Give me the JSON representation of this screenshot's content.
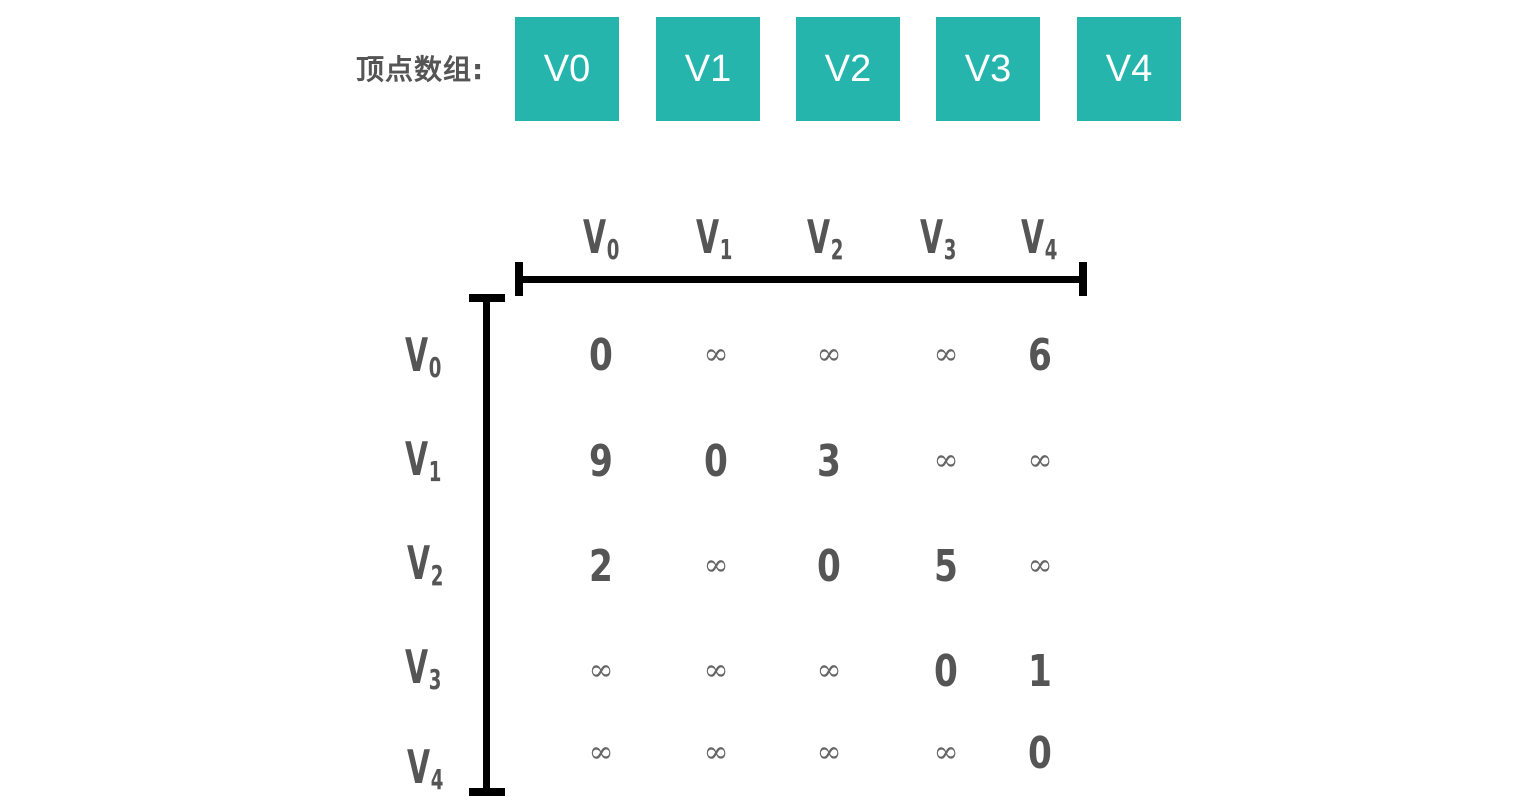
{
  "array_label": "顶点数组:",
  "vertices": [
    "V0",
    "V1",
    "V2",
    "V3",
    "V4"
  ],
  "matrix": {
    "col_headers": [
      {
        "letter": "V",
        "sub": "0"
      },
      {
        "letter": "V",
        "sub": "1"
      },
      {
        "letter": "V",
        "sub": "2"
      },
      {
        "letter": "V",
        "sub": "3"
      },
      {
        "letter": "V",
        "sub": "4"
      }
    ],
    "row_headers": [
      {
        "letter": "V",
        "sub": "0"
      },
      {
        "letter": "V",
        "sub": "1"
      },
      {
        "letter": "V",
        "sub": "2"
      },
      {
        "letter": "V",
        "sub": "3"
      },
      {
        "letter": "V",
        "sub": "4"
      }
    ],
    "rows": [
      [
        "0",
        "∞",
        "∞",
        "∞",
        "6"
      ],
      [
        "9",
        "0",
        "3",
        "∞",
        "∞"
      ],
      [
        "2",
        "∞",
        "0",
        "5",
        "∞"
      ],
      [
        "∞",
        "∞",
        "∞",
        "0",
        "1"
      ],
      [
        "∞",
        "∞",
        "∞",
        "∞",
        "0"
      ]
    ]
  }
}
